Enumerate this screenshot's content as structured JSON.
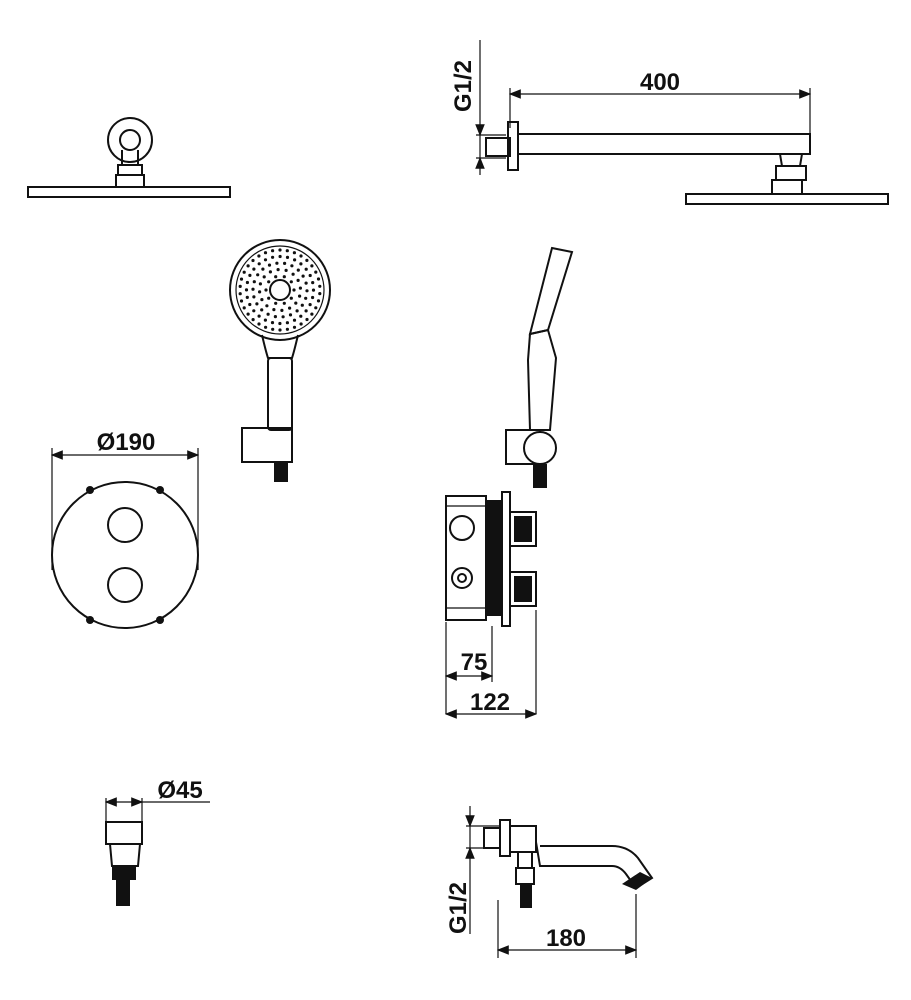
{
  "dimensions": {
    "arm_length": "400",
    "arm_thread": "G1/2",
    "plate_diameter": "Ø190",
    "box_depth_min": "75",
    "box_depth_max": "122",
    "elbow_diameter": "Ø45",
    "spout_length": "180",
    "spout_thread": "G1/2"
  },
  "colors": {
    "line": "#111111",
    "background": "#ffffff"
  }
}
